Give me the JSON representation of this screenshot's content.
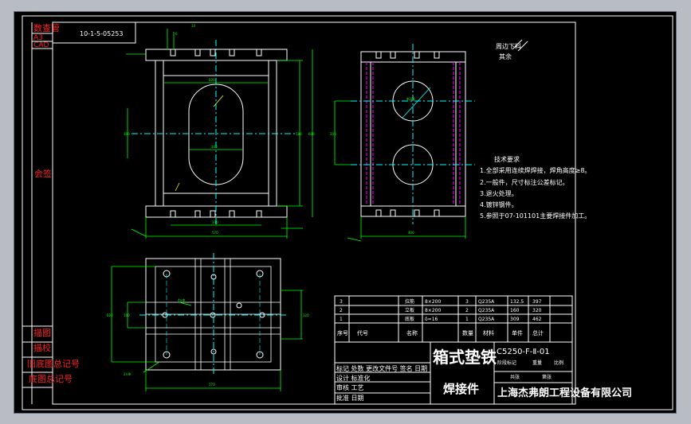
{
  "colors": {
    "background": "#000000",
    "frame": "#b9bcc2",
    "border": "#ffffff",
    "part": "#ffffff",
    "dimension": "#00ff00",
    "centerline": "#00ffff",
    "hidden": "#ff00ff",
    "annotation": "#ffff00",
    "sidebar_text": "#ff2020"
  },
  "sidebar": {
    "top_labels": [
      "数查管",
      "A3",
      "CAD"
    ],
    "mid_label": "会签",
    "bottom_labels": [
      "描图",
      "描校",
      "旧底图总记号",
      "底图总记号"
    ]
  },
  "drawing": {
    "code_box": "10-1-5-05253",
    "weld_note": [
      "周边下料",
      "其余"
    ],
    "tech_requirements": {
      "title": "技术要求",
      "items": [
        "1.全部采用连续焊焊接，焊角高度≥8。",
        "2.一般件，尺寸标注公差标记。",
        "3.退火处理。",
        "4.镀锌钢件。",
        "5.参照于07-101101主要焊接件加工。"
      ]
    }
  },
  "title_block": {
    "parts_rows": [
      [
        "3",
        "拉筋",
        "8×200",
        "3",
        "Q235A",
        "132.5",
        "397"
      ],
      [
        "2",
        "立板",
        "8×200",
        "2",
        "Q235A",
        "160",
        "320"
      ],
      [
        "1",
        "底板",
        "δ=16",
        "1",
        "Q235A",
        "309",
        "462"
      ]
    ],
    "header_row": [
      "序号",
      "代号",
      "名称",
      "数量",
      "材料",
      "单件",
      "总计"
    ],
    "part_name": "箱式垫铁",
    "part_code": "C5250-F-Ⅱ-01",
    "part_subtitle": "焊接件",
    "scale_labels": [
      "阶段标记",
      "重量",
      "比例"
    ],
    "sheet_labels": [
      "共张",
      "第张"
    ],
    "sign_rows": [
      "标记 处数 更改文件号 签名 日期",
      "设计 标准化",
      "审核 工艺",
      "批准 日期"
    ],
    "company": "上海杰弗朗工程设备有限公司"
  }
}
